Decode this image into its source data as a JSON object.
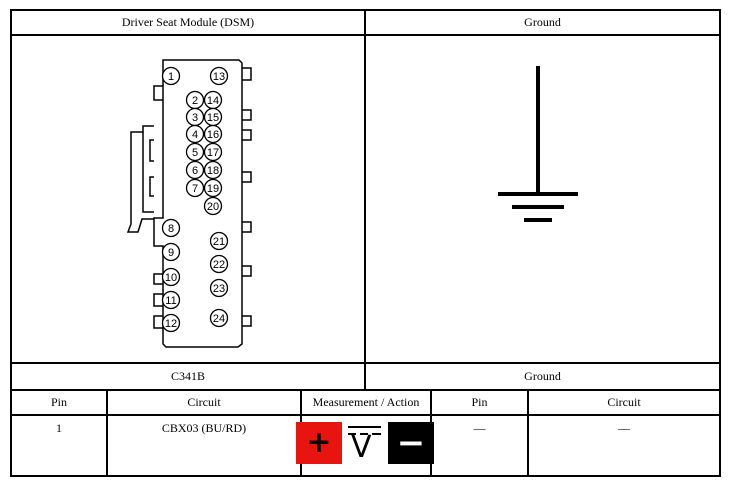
{
  "header": {
    "left_title": "Driver Seat Module (DSM)",
    "right_title": "Ground"
  },
  "connector": {
    "id": "C341B",
    "pins_left": [
      "1",
      "2",
      "3",
      "4",
      "5",
      "6",
      "7",
      "8",
      "9",
      "10",
      "11",
      "12"
    ],
    "pins_right": [
      "13",
      "14",
      "15",
      "16",
      "17",
      "18",
      "19",
      "20",
      "21",
      "22",
      "23",
      "24"
    ]
  },
  "ground_label": "Ground",
  "table": {
    "columns": [
      "Pin",
      "Circuit",
      "Measurement / Action",
      "Pin",
      "Circuit"
    ],
    "rows": [
      {
        "pin": "1",
        "circuit": "CBX03 (BU/RD)",
        "pin2": "—",
        "circuit2": "—"
      }
    ]
  },
  "meter": {
    "plus_symbol": "+",
    "volt_symbol": "V",
    "minus_symbol": "−",
    "plus_color": "#e8140f",
    "minus_color": "#000000"
  }
}
